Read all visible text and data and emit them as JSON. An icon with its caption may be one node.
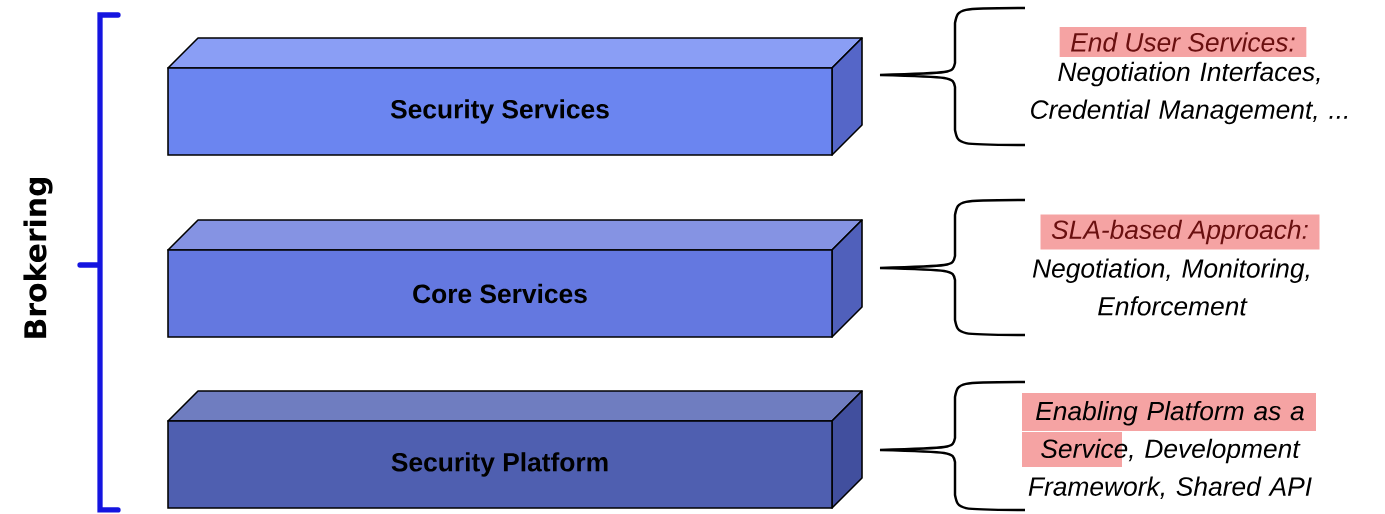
{
  "diagram": {
    "nodes": [
      {
        "text": [
          "Security Services"
        ]
      },
      {
        "text": [
          "Core Services"
        ]
      },
      {
        "text": [
          "Security Platform"
        ]
      }
    ],
    "labels": [
      "Brokering",
      "End User Services:",
      "Negotiation Interfaces, Credential Management, ...",
      "SLA-based Approach:",
      "Negotiation, Monitoring, Enforcement",
      "Enabling Platform as a Service, Development Framework, Shared API"
    ]
  }
}
